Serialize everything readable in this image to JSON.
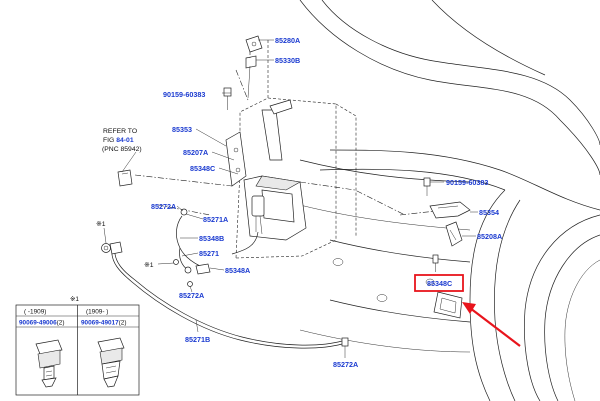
{
  "labels": {
    "p85280A": "85280A",
    "p85330B": "85330B",
    "p90159_60383_left": "90159-60383",
    "p85353": "85353",
    "p85207A": "85207A",
    "p85348C_top": "85348C",
    "p85272A_left": "85272A",
    "p85271A": "85271A",
    "p85348B": "85348B",
    "p85271": "85271",
    "p85348A": "85348A",
    "p85272A_mid": "85272A",
    "p85271B": "85271B",
    "p85272A_bottom": "85272A",
    "p90159_60383_right": "90159-60383",
    "p85354": "85354",
    "p85208A": "85208A",
    "p85348C_highlight": "85348C"
  },
  "refer": {
    "line1": "REFER TO",
    "line2_prefix": "FIG ",
    "fig": "84-01",
    "line3": "(PNC 85942)"
  },
  "marks": {
    "m1": "※1",
    "m2": "※1",
    "table": "※1"
  },
  "table": {
    "col1_range": "(      -1909)",
    "col2_range": "(1909-      )",
    "col1_part": "90069-49006",
    "col1_qty": "(2)",
    "col2_part": "90069-49017",
    "col2_qty": "(2)"
  },
  "colors": {
    "part_number": "#1a3ad0",
    "highlight": "#e8141c"
  }
}
